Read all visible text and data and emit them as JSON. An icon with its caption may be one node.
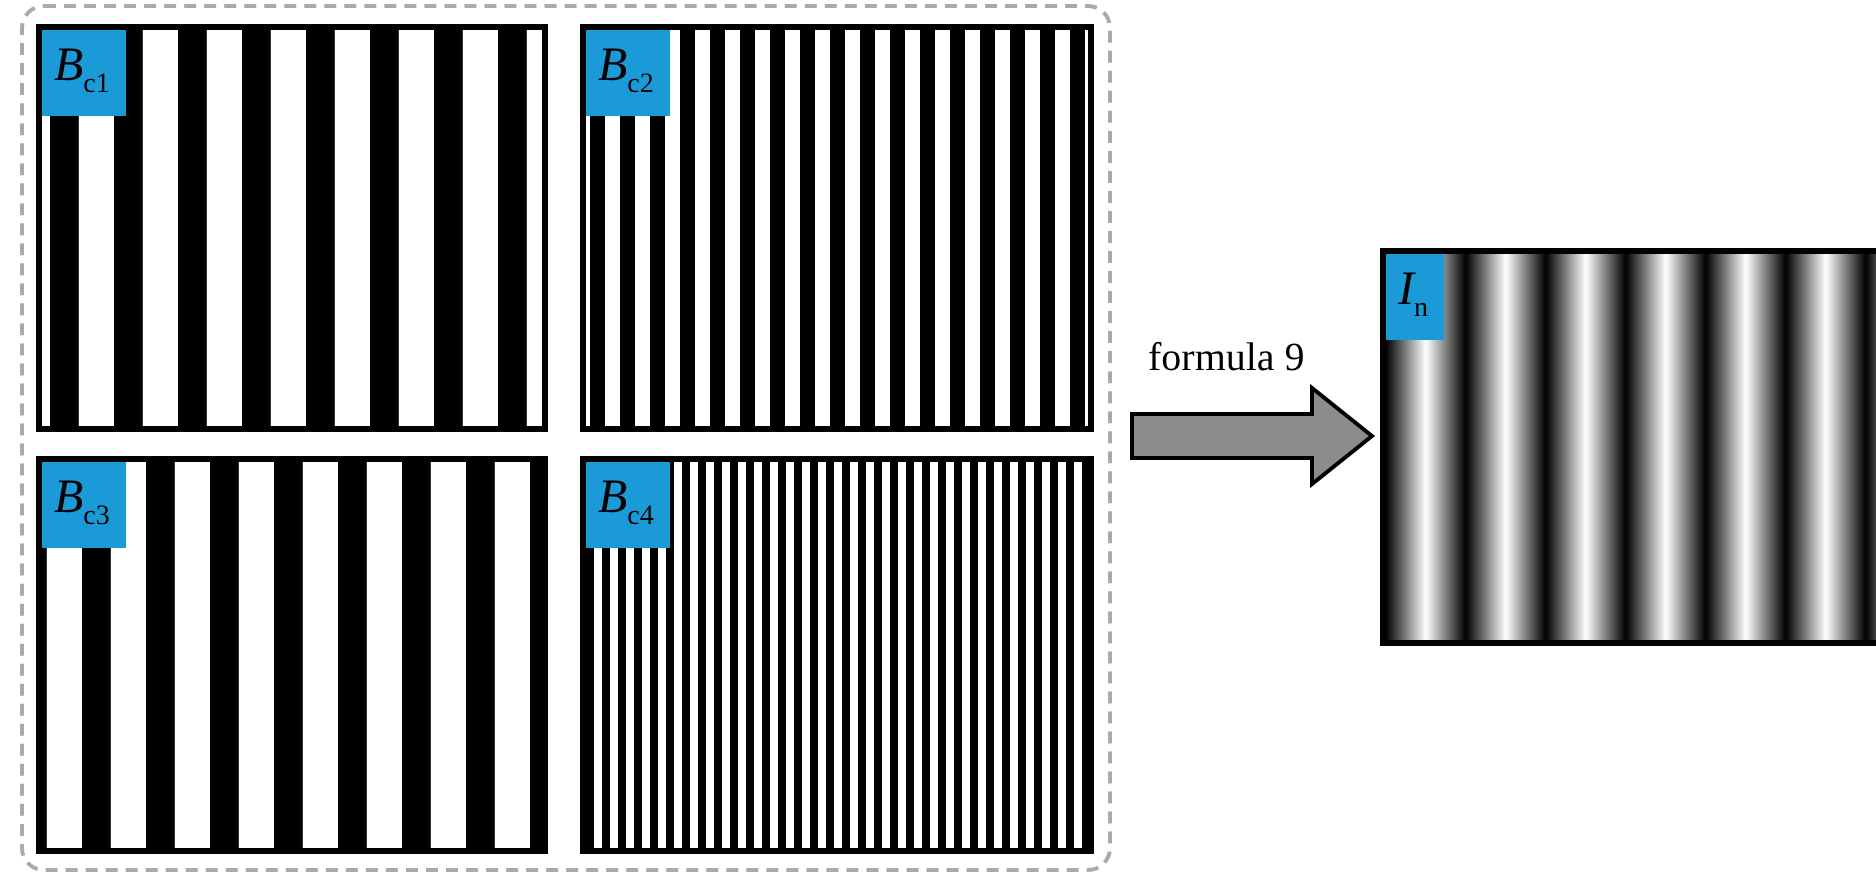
{
  "diagram": {
    "nodes": [
      {
        "text": [],
        "shape": "box"
      },
      {
        "text": [
          "*B*$_{c1}$"
        ],
        "in": 0
      },
      {
        "text": [
          "*B*$_{c2}$"
        ],
        "in": 0
      },
      {
        "text": [
          "*B*$_{c3}$"
        ],
        "in": 0
      },
      {
        "text": [
          "*B*$_{c4}$"
        ],
        "in": 0
      },
      {
        "text": [
          "*I*$_{n}$"
        ]
      }
    ],
    "edges": [
      {
        "from": 0,
        "to": 5,
        "arrow": "to",
        "label": "formula 9",
        "style": "thick"
      }
    ]
  }
}
